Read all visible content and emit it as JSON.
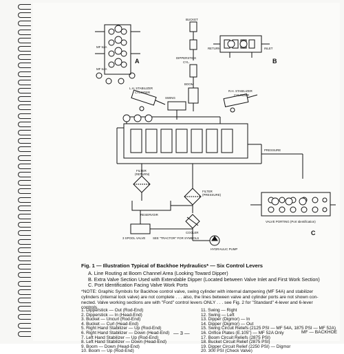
{
  "figure": {
    "title": "Fig. 1 — Illustration Typical of Backhoe Hydraulics* — Six Control Levers",
    "notes": [
      "A. Line Routing at Boom Channel Area (Looking Toward Dipper)",
      "B. Extra Valve Section Used with Extendable Dipper (Located between Valve Inlet and First Work Section)",
      "C. Port Identification Facing Valve Work Ports"
    ],
    "footnote_lines": [
      "*NOTE: Graphic Symbols for Backhoe control valve, swing cylinder with internal dampening (MF 54A) and stabilizer",
      "cylinders (internal lock valve) are not complete . . . also, the lines between valve and cylinder ports are not shown con-",
      "nected. Valve working sections are with \"Ford\" control levers ONLY . . . see Fig. 2 for \"Standard\" 4-lever and 6-lever",
      "controls."
    ]
  },
  "legend_left": [
    "1. Dipperstick — Out (Rod-End)",
    "2. Dipperstick — In (Head-End)",
    "3. Bucket — Uncurl (Rod-End)",
    "4. Bucket — Curl (Head-End)",
    "5. Right Hand Stabilizer — Up (Rod-End)",
    "6. Right Hand Stabilizer — Down (Head-End)",
    "7. Left Hand Stabilizer — Up (Rod-End)",
    "8. Left Hand Stabilizer — Down (Head-End)",
    "9. Boom — Down (Head-End)",
    "10. Boom — Up (Rod-End)"
  ],
  "legend_right": [
    "11. Swing — Right",
    "12. Swing — Left",
    "13. Dipper (Digmor) — In",
    "14. Dipper (Digmor) — Out",
    "15. Swing Circuit Reliefs (2125 PSI — MF 54A, 1875 PSI — MF 52A)",
    "16. Orifice Plates (E.105\") — MF 52A Only",
    "17. Boom Circuit Reliefs (2875 PSI)",
    "18. Bucket Circuit Relief (2875 PSI)",
    "19. Dipper Circuit Relief (2250 PSI) — Digmor",
    "20. 300 PSI (Check Valve)"
  ],
  "diagram_labels": {
    "a": "A",
    "b": "B",
    "c": "C",
    "bucket": "BUCKET",
    "dipperstick": "DIPPERSTICK",
    "cyl": "CYL.",
    "boom": "BOOM",
    "swing": "SWING",
    "lh_stab": "L.H. STABILIZER",
    "rh_stab": "R.H. STABILIZER",
    "cylinder": "CYLINDER",
    "return": "RETURN",
    "inlet": "INLET",
    "pressure": "PRESSURE",
    "filter": "FILTER",
    "filter_return": "(RETURN)",
    "filter_pressure": "(PRESSURE)",
    "reservoir": "RESERVOIR",
    "valve_3spool": "3 SPOOL VALVE",
    "see_tractor": "SEE \"TRACTOR\" FOR SYMBOLS",
    "cooler": "COOLER",
    "hydraulic_pump": "HYDRAULIC PUMP",
    "valve_porting": "VALVE PORTING (Port Identification)",
    "mf52a": "MF 52A",
    "mf54a": "MF 54A"
  },
  "page_number": "— 3 —",
  "footer_tag": "MF — BACKHOE"
}
